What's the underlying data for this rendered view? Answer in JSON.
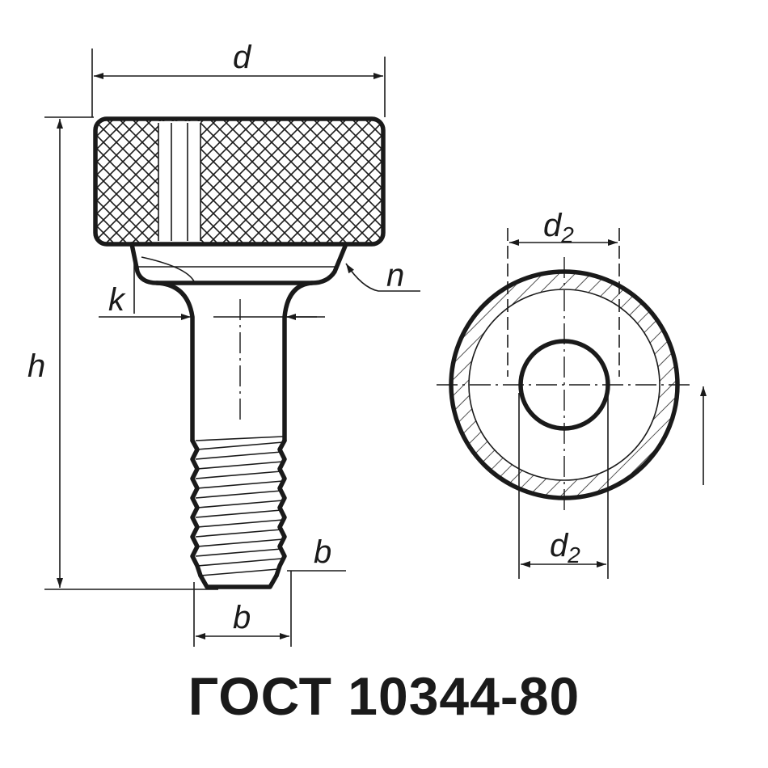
{
  "labels": {
    "d": "d",
    "d2_top": "d",
    "d2_top_sub": "2",
    "d2_bottom": "d",
    "d2_bottom_sub": "2",
    "n": "n",
    "k": "k",
    "h": "h",
    "b_right": "b",
    "b_bottom": "b"
  },
  "title": "ГОСТ 10344-80",
  "colors": {
    "ink": "#1a1a1a",
    "paper": "#ffffff"
  }
}
